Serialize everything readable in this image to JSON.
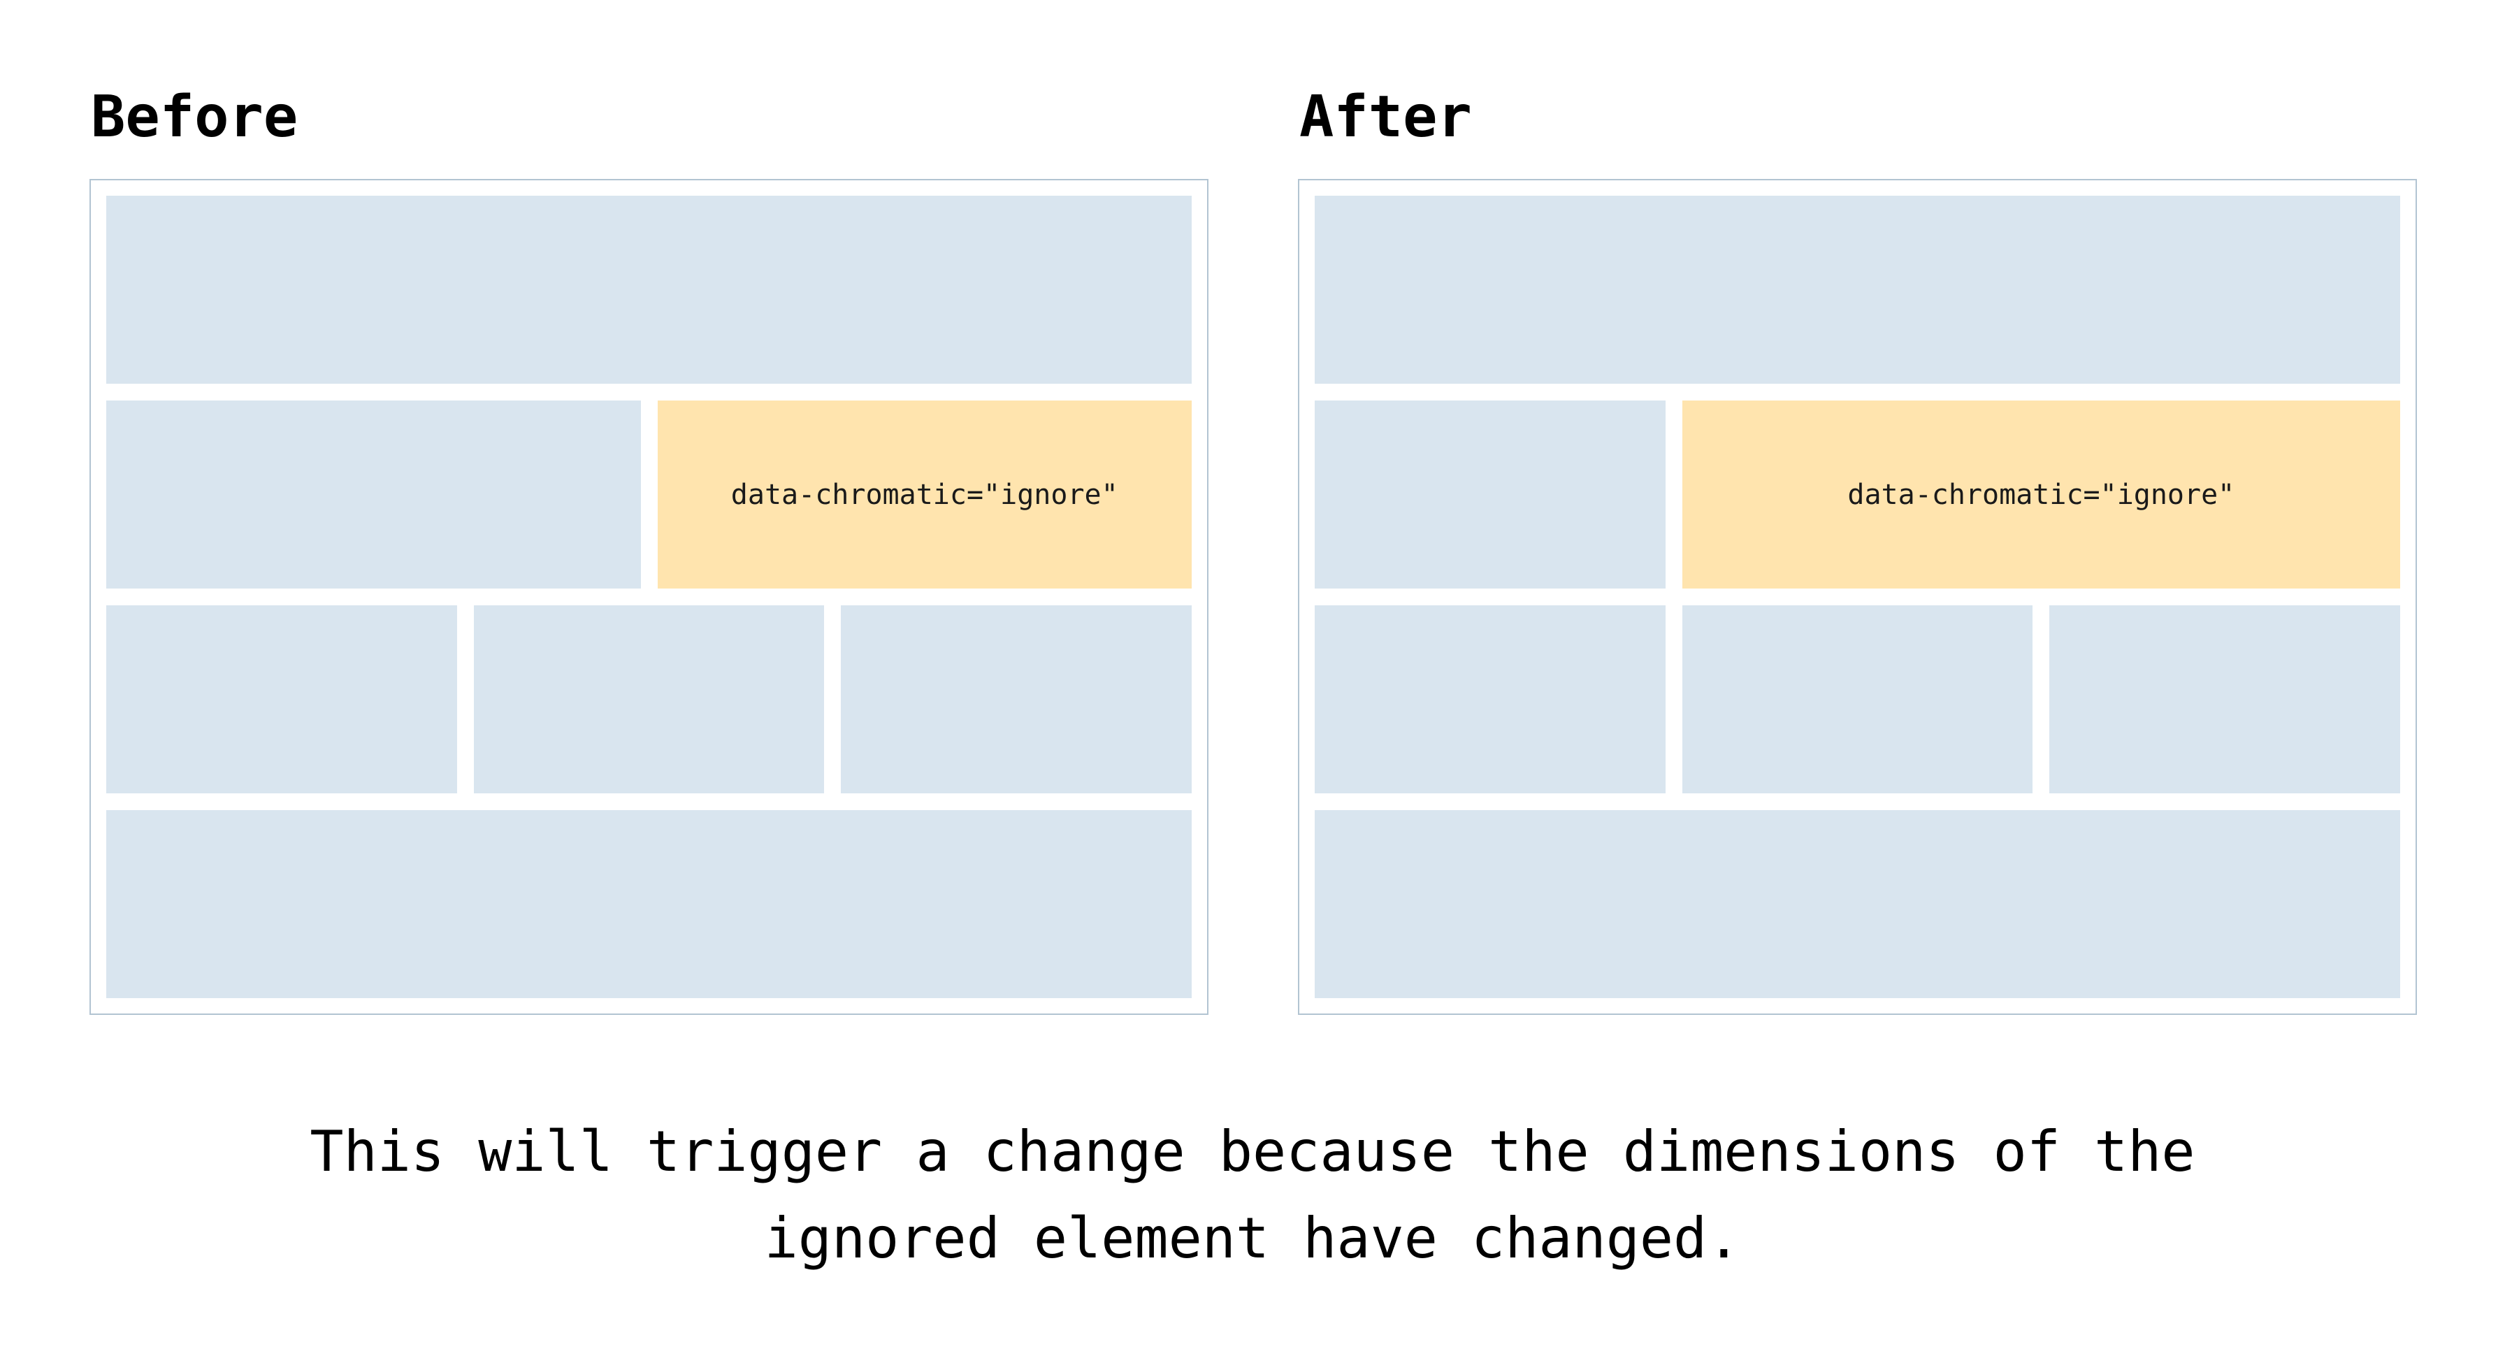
{
  "colors": {
    "background": "#ffffff",
    "placeholder_block": "#d9e5ef",
    "ignored_block": "#ffe4ae",
    "panel_border": "#b2c4d2",
    "text": "#000000"
  },
  "before": {
    "title": "Before",
    "ignored_label": "data-chromatic=\"ignore\""
  },
  "after": {
    "title": "After",
    "ignored_label": "data-chromatic=\"ignore\""
  },
  "caption": {
    "line1": "This will trigger a change because the dimensions of the",
    "line2": "ignored element have changed."
  }
}
